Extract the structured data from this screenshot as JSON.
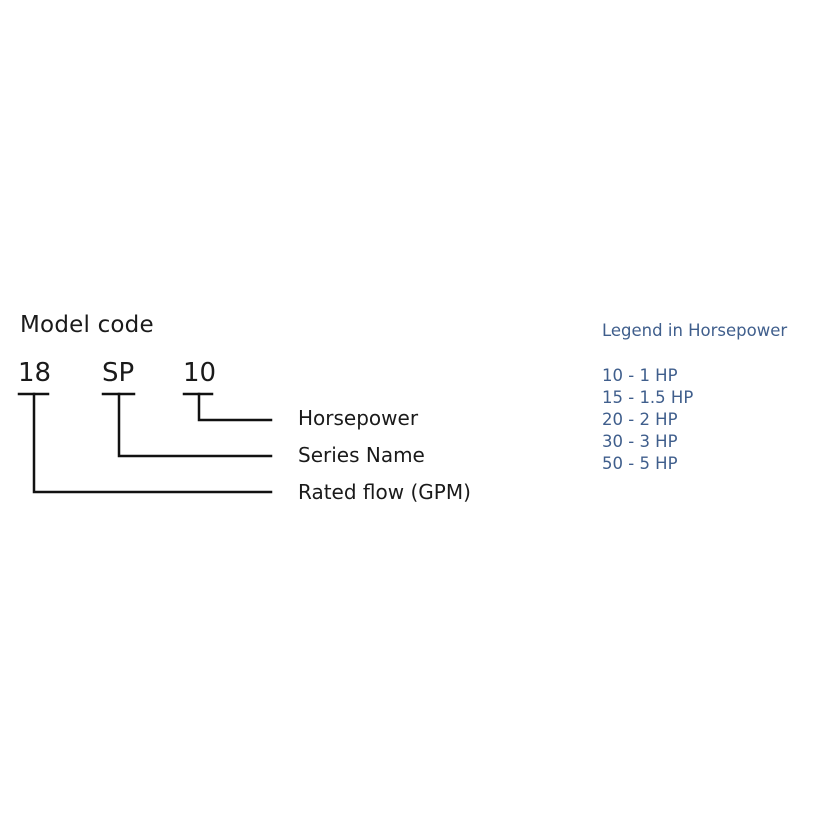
{
  "diagram": {
    "title": "Model code",
    "code_parts": [
      "18",
      "SP",
      "10"
    ],
    "labels": [
      "Horsepower",
      "Series Name",
      "Rated flow (GPM)"
    ]
  },
  "legend": {
    "title": "Legend in Horsepower",
    "items": [
      "10 - 1 HP",
      "15 - 1.5 HP",
      "20 - 2 HP",
      "30 - 3 HP",
      "50 - 5 HP"
    ]
  },
  "colors": {
    "text": "#1a1a1a",
    "legend": "#3f5e8c",
    "line": "#111111"
  }
}
